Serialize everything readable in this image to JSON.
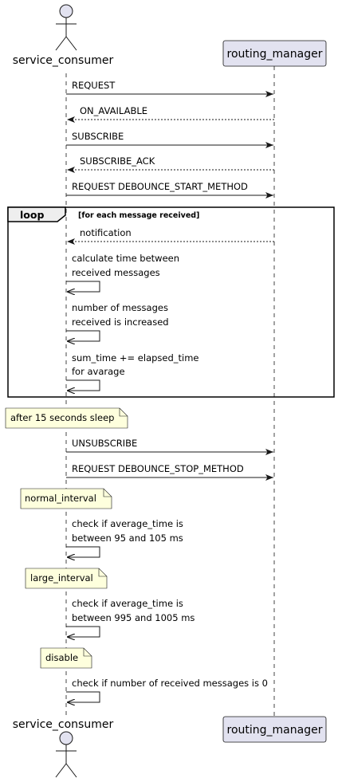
{
  "participants": {
    "consumer": "service_consumer",
    "manager": "routing_manager"
  },
  "messages": {
    "request": "REQUEST",
    "on_available": "ON_AVAILABLE",
    "subscribe": "SUBSCRIBE",
    "subscribe_ack": "SUBSCRIBE_ACK",
    "debounce_start": "REQUEST DEBOUNCE_START_METHOD",
    "notification": "notification",
    "calc_1": "calculate time between",
    "calc_2": "received messages",
    "count_1": "number of messages",
    "count_2": "received is increased",
    "sum_1": "sum_time += elapsed_time",
    "sum_2": "for avarage",
    "unsubscribe": "UNSUBSCRIBE",
    "debounce_stop": "REQUEST DEBOUNCE_STOP_METHOD",
    "check_normal_1": "check if average_time is",
    "check_normal_2": "between 95 and 105 ms",
    "check_large_1": "check if average_time is",
    "check_large_2": "between 995 and 1005 ms",
    "check_disable": "check if number of received messages is 0"
  },
  "loop": {
    "title": "loop",
    "guard": "[for each message received]"
  },
  "notes": {
    "sleep": "after 15 seconds sleep",
    "normal": "normal_interval",
    "large": "large_interval",
    "disable": "disable"
  },
  "colors": {
    "participant_fill": "#E2E2F0",
    "participant_border": "#181818",
    "note_fill": "#FEFFDD",
    "lifeline": "#181818",
    "arrow": "#181818"
  }
}
